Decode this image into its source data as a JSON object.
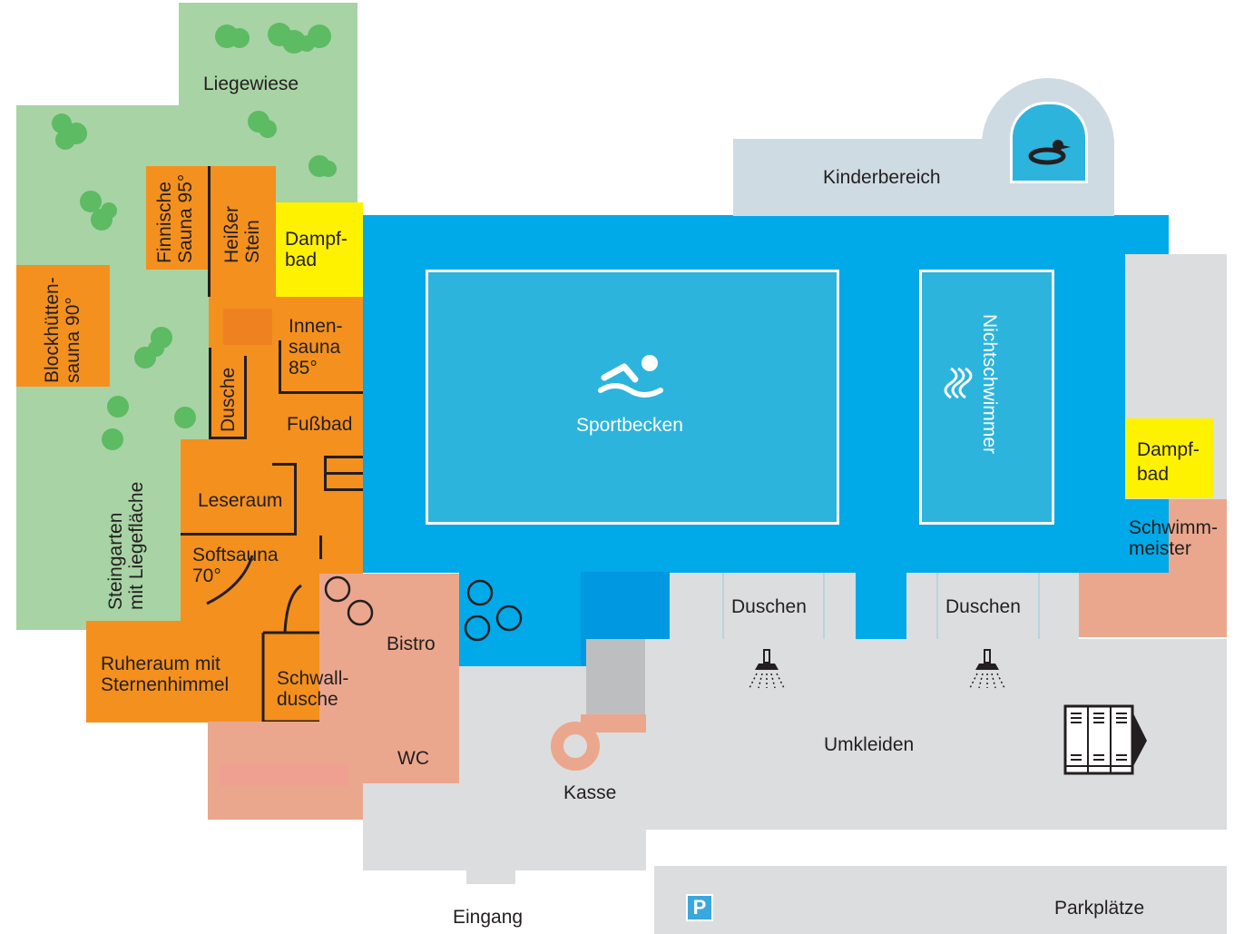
{
  "colors": {
    "green": "#a8d3a5",
    "tree": "#5dbb63",
    "orange": "#f4901e",
    "yellow": "#fff200",
    "salmon": "#eba78d",
    "pool_blue": "#00a9e7",
    "lane_blue": "#2cb4dd",
    "gray": "#dcdddf",
    "light_blue_gray": "#cfdbe3",
    "parking_sign": "#3aa7df"
  },
  "labels": {
    "liegewiese": "Liegewiese",
    "finnische_sauna": "Finnische\nSauna 95°",
    "heisser_stein": "Heißer\nStein",
    "dampfbad_left": "Dampf-\nbad",
    "blockhuetten": "Blockhütten-\nsauna 90°",
    "innensauna": "Innen-\nsauna\n85°",
    "dusche": "Dusche",
    "fussbad": "Fußbad",
    "leseraum": "Leseraum",
    "softsauna": "Softsauna\n70°",
    "steingarten": "Steingarten\nmit Liegefläche",
    "ruheraum": "Ruheraum mit\nSternenhimmel",
    "schwalldusche": "Schwall-\ndusche",
    "bistro": "Bistro",
    "wc": "WC",
    "kasse": "Kasse",
    "eingang": "Eingang",
    "sportbecken": "Sportbecken",
    "nichtschwimmer": "Nichtschwimmer",
    "kinderbereich": "Kinderbereich",
    "dampfbad_right": "Dampf-\nbad",
    "schwimmmeister": "Schwimm-\nmeister",
    "duschen_1": "Duschen",
    "duschen_2": "Duschen",
    "umkleiden": "Umkleiden",
    "parkplaetze": "Parkplätze",
    "parking_letter": "P"
  },
  "icons": [
    "swimmer-icon",
    "waves-icon",
    "rubber-duck-icon",
    "shower-icon",
    "locker-icon",
    "parking-icon",
    "tree-icon",
    "table-icon"
  ]
}
